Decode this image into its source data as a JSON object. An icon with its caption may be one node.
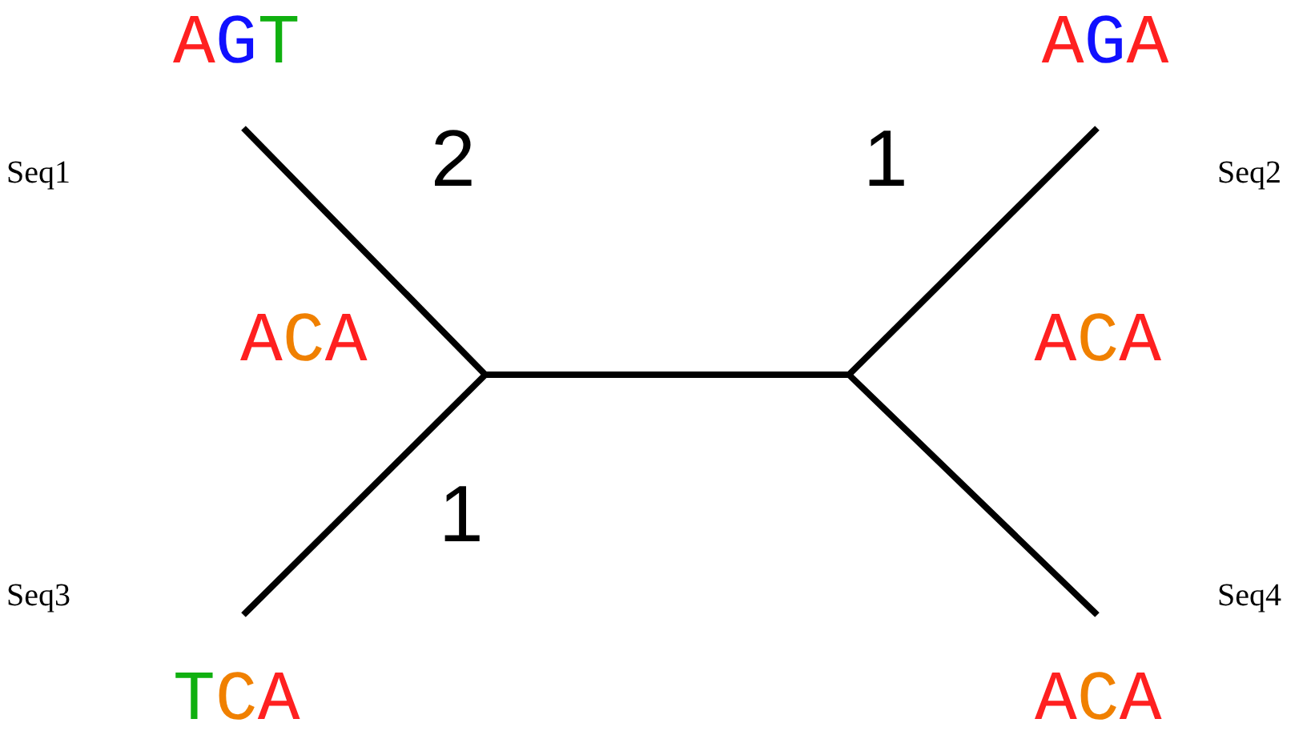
{
  "diagram": {
    "nodes": [
      {
        "text": [
          "AGT"
        ]
      },
      {
        "text": [
          "AGA"
        ]
      },
      {
        "text": [
          "ACA"
        ]
      },
      {
        "text": [
          "ACA"
        ]
      },
      {
        "text": [
          "TCA"
        ]
      },
      {
        "text": [
          "ACA"
        ]
      }
    ],
    "edges": [
      {
        "from": 0,
        "to": 2,
        "arrow": "none",
        "label": "2"
      },
      {
        "from": 3,
        "to": 1,
        "arrow": "none",
        "label": "1"
      },
      {
        "from": 2,
        "to": 3,
        "arrow": "none"
      },
      {
        "from": 2,
        "to": 4,
        "arrow": "none",
        "label": "1"
      },
      {
        "from": 3,
        "to": 5,
        "arrow": "none"
      }
    ],
    "labels": [
      "Seq1",
      "Seq2",
      "Seq3",
      "Seq4"
    ]
  }
}
